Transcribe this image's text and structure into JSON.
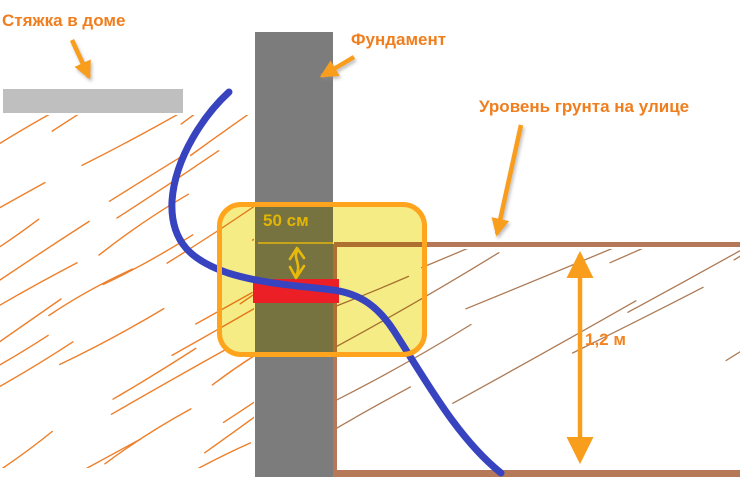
{
  "diagram": {
    "labels": {
      "screed": "Стяжка в доме",
      "foundation": "Фундамент",
      "street_ground_level": "Уровень грунта на улице"
    },
    "measurements": {
      "cable_depth": "50 см",
      "foundation_depth": "1,2 м"
    },
    "colors": {
      "label_orange": "#F07E1E",
      "arrow_orange": "#F99D1C",
      "foundation_gray": "#7C7C7C",
      "screed_gray": "#BFBFBF",
      "ground_brown": "#B5795A",
      "soil_hatch_left": "#EE7F2A",
      "soil_hatch_right": "#AC7A55",
      "pipe_blue": "#3743BF",
      "cable_red": "#EC1F26",
      "highlight_fill_yellow": "#F5EC86",
      "highlight_border_orange": "#FFA41C",
      "gold_measure": "#E2B504"
    }
  }
}
